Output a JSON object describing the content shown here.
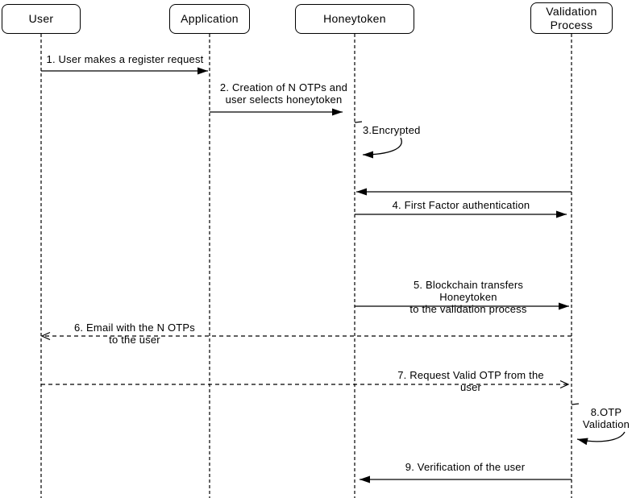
{
  "diagram": {
    "type": "uml-sequence-diagram",
    "colors": {
      "stroke": "#000000",
      "fill": "#ffffff",
      "text": "#000000"
    },
    "actors": [
      {
        "label": "User"
      },
      {
        "label": "Application"
      },
      {
        "label": "Honeytoken"
      },
      {
        "label": "Validation\nProcess"
      }
    ],
    "messages": [
      {
        "label": "1. User makes a register request",
        "from": "User",
        "to": "Application",
        "line": "solid",
        "arrowhead": "filled"
      },
      {
        "label": "2. Creation of N OTPs and\nuser selects honeytoken",
        "from": "Application",
        "to": "Honeytoken",
        "line": "solid",
        "arrowhead": "filled"
      },
      {
        "label": "3.Encrypted",
        "from": "Honeytoken",
        "to": "Honeytoken",
        "line": "solid",
        "arrowhead": "filled",
        "self_message": true
      },
      {
        "label": "",
        "from": "Validation Process",
        "to": "Honeytoken",
        "line": "solid",
        "arrowhead": "filled",
        "unlabeled": true
      },
      {
        "label": "4. First Factor authentication",
        "from": "Honeytoken",
        "to": "Validation Process",
        "line": "solid",
        "arrowhead": "filled"
      },
      {
        "label": "5. Blockchain transfers Honeytoken\nto the validation process",
        "from": "Honeytoken",
        "to": "Validation Process",
        "line": "solid",
        "arrowhead": "filled"
      },
      {
        "label": "6. Email with the N OTPs\nto the user",
        "from": "Validation Process",
        "to": "User",
        "line": "dashed",
        "arrowhead": "open"
      },
      {
        "label": "7. Request Valid OTP from the user",
        "from": "User",
        "to": "Validation Process",
        "line": "dashed",
        "arrowhead": "open"
      },
      {
        "label": "8.OTP\nValidation",
        "from": "Validation Process",
        "to": "Validation Process",
        "line": "solid",
        "arrowhead": "filled",
        "self_message": true
      },
      {
        "label": "9. Verification of the user",
        "from": "Validation Process",
        "to": "Honeytoken",
        "line": "solid",
        "arrowhead": "filled"
      }
    ]
  }
}
